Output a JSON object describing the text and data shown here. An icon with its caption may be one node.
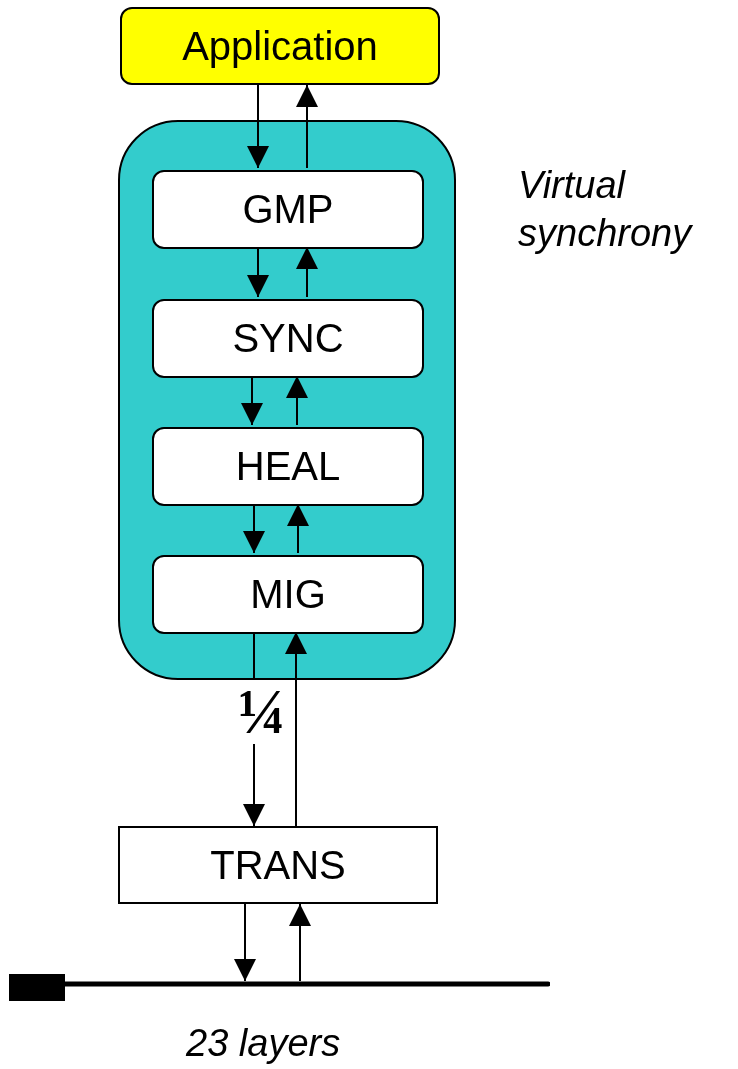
{
  "diagram": {
    "nodes": [
      {
        "text": [
          "Application"
        ]
      },
      {
        "text": [],
        "shape": "box",
        "beside": [
          "Virtual synchrony"
        ]
      },
      {
        "text": [
          "GMP"
        ],
        "in": 1
      },
      {
        "text": [
          "SYNC"
        ],
        "in": 1
      },
      {
        "text": [
          "HEAL"
        ],
        "in": 1
      },
      {
        "text": [
          "MIG"
        ],
        "in": 1
      },
      {
        "text": [
          "TRANS"
        ]
      },
      {
        "text": [],
        "shape": "bar",
        "beside": [
          "23 layers"
        ]
      }
    ],
    "edges": [
      {
        "from": 0,
        "to": 2,
        "arrow": "to"
      },
      {
        "from": 2,
        "to": 0,
        "arrow": "to"
      },
      {
        "from": 2,
        "to": 3,
        "arrow": "to"
      },
      {
        "from": 3,
        "to": 2,
        "arrow": "to"
      },
      {
        "from": 3,
        "to": 4,
        "arrow": "to"
      },
      {
        "from": 4,
        "to": 3,
        "arrow": "to"
      },
      {
        "from": 4,
        "to": 5,
        "arrow": "to"
      },
      {
        "from": 5,
        "to": 4,
        "arrow": "to"
      },
      {
        "from": 5,
        "to": 6,
        "arrow": "to"
      },
      {
        "from": 6,
        "to": 5,
        "arrow": "to"
      },
      {
        "from": 6,
        "to": 7,
        "arrow": "to"
      },
      {
        "from": 7,
        "to": 6,
        "arrow": "to"
      }
    ],
    "labels": [
      "¼"
    ]
  }
}
